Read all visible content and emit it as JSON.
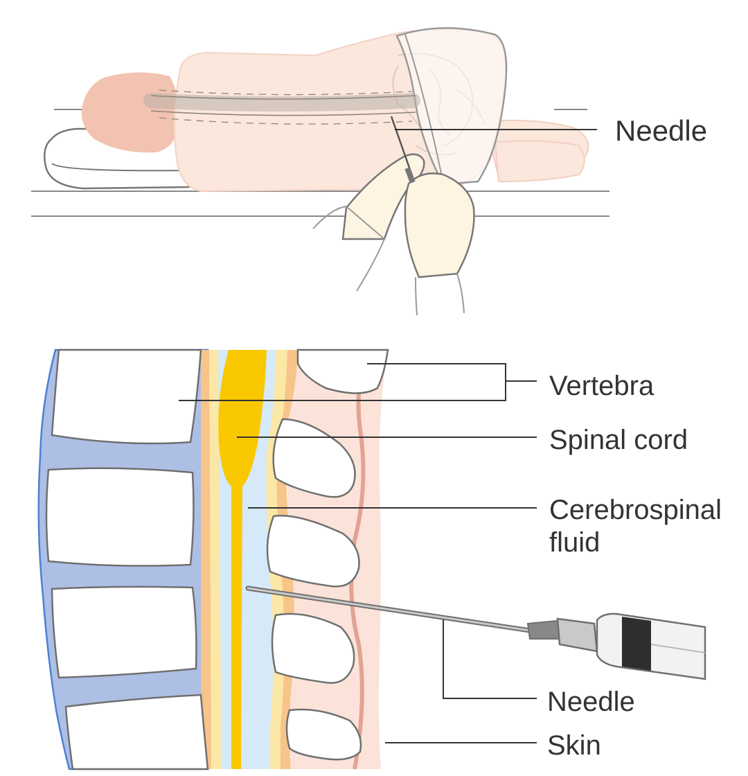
{
  "top_panel": {
    "labels": {
      "needle": "Needle"
    }
  },
  "bottom_panel": {
    "labels": {
      "vertebra": "Vertebra",
      "spinal_cord": "Spinal cord",
      "csf_line1": "Cerebrospinal",
      "csf_line2": "fluid",
      "needle": "Needle",
      "skin": "Skin"
    }
  },
  "colors": {
    "outline": "#6f6f6f",
    "skin_tone": "#fbe7dc",
    "hair": "#f2c3b0",
    "glove": "#fdf5e2",
    "disc_blue": "#aebfe6",
    "disc_edge": "#4e7fd1",
    "dura_orange": "#f7c48a",
    "pale_yellow": "#fbe7a6",
    "csf_blue": "#d5e9f9",
    "cord_yellow": "#f9c800",
    "skin_layer": "#fbe3da",
    "muscle_line": "#e3a392",
    "label_text": "#333333",
    "leader_line": "#333333"
  }
}
